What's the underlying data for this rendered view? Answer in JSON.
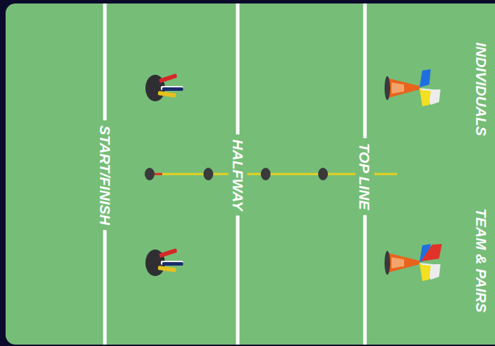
{
  "diagram": {
    "labels": [
      "START/FINISH",
      "HALFWAY",
      "TOP LINE",
      "INDIVIDUALS",
      "TEAM & PAIRS"
    ]
  }
}
